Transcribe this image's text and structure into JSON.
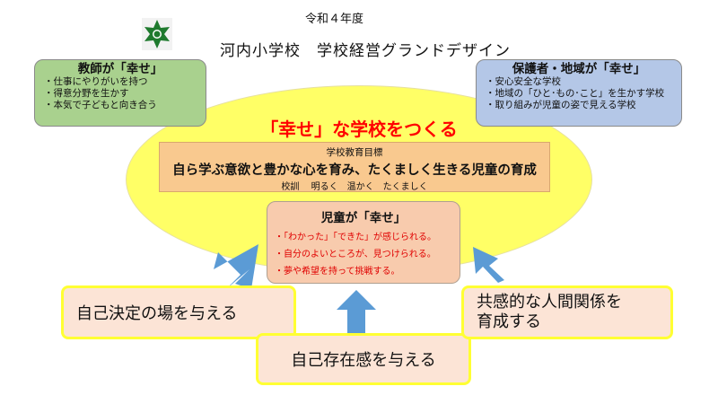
{
  "header": {
    "year": "令和４年度",
    "title": "河内小学校　学校経営グランドデザイン"
  },
  "teachers": {
    "title": "教師が「幸せ」",
    "items": [
      "・仕事にやりがいを持つ",
      "・得意分野を生かす",
      "・本気で子どもと向き合う"
    ]
  },
  "guardians": {
    "title": "保護者・地域が「幸せ」",
    "items": [
      "・安心安全な学校",
      "・地域の「ひと･もの･こと」を生かす学校",
      "・取り組みが児童の姿で見える学校"
    ]
  },
  "heading": "「幸せ」な学校をつくる",
  "goal": {
    "label": "学校教育目標",
    "text": "自ら学ぶ意欲と豊かな心を育み、たくましく生きる児童の育成",
    "motto": "校訓　 明るく　温かく　たくましく"
  },
  "children": {
    "title": "児童が「幸せ」",
    "items": [
      "・「わかった」「できた」が感じられる。",
      "・自分のよいところが、見つけられる。",
      "・夢や希望を持って挑戦する。"
    ]
  },
  "actions": [
    "自己決定の場を与える",
    "自己存在感を与える",
    "共感的な人間関係を",
    "育成する"
  ],
  "colors": {
    "arrow": "#5b9bd5",
    "heading": "#ff0000",
    "ellipse": "#ffff66"
  }
}
